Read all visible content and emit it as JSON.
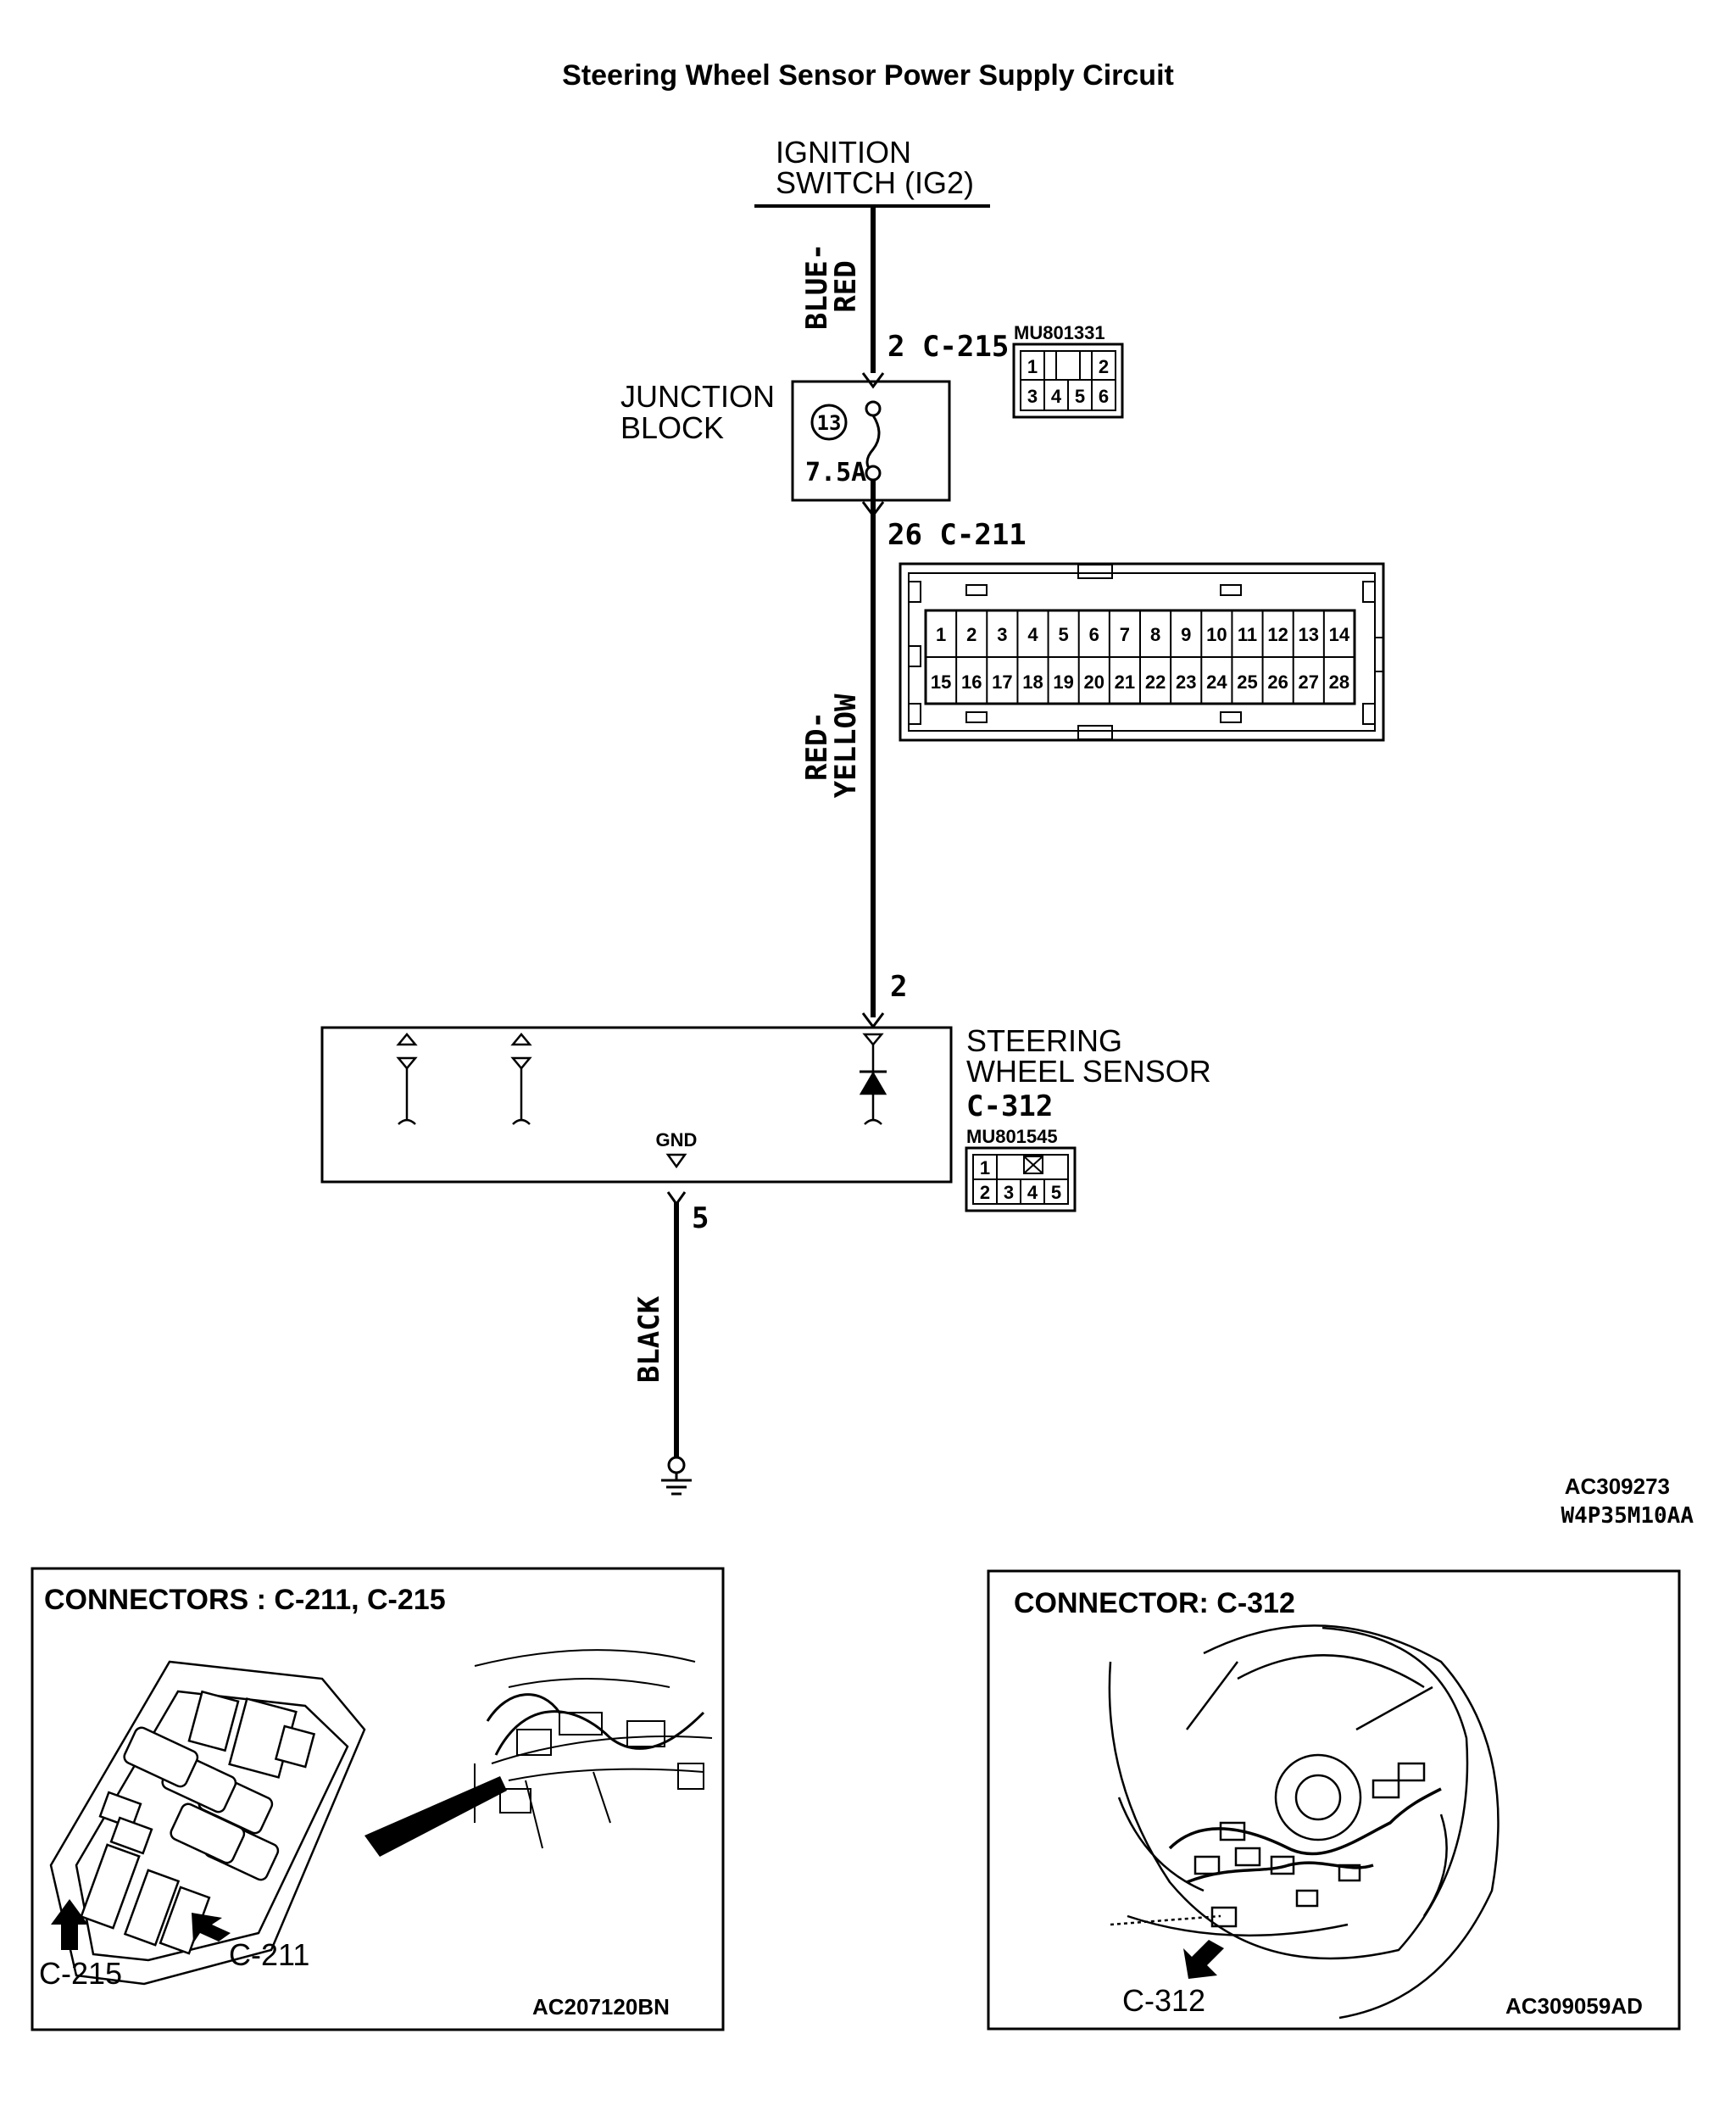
{
  "title": "Steering Wheel Sensor Power Supply Circuit",
  "ignition": {
    "line1": "IGNITION",
    "line2": "SWITCH (IG2)"
  },
  "wires": {
    "top_line1": "BLUE-",
    "top_line2": "RED",
    "mid_line1": "RED-",
    "mid_line2": "YELLOW",
    "bottom": "BLACK"
  },
  "c215": {
    "label": "2  C-215",
    "part": "MU801331",
    "pins_top": [
      "1",
      "2"
    ],
    "pins_bottom": [
      "3",
      "4",
      "5",
      "6"
    ]
  },
  "junction": {
    "line1": "JUNCTION",
    "line2": "BLOCK",
    "fuse_no": "13",
    "fuse_rating": "7.5A"
  },
  "c211": {
    "label": "26  C-211",
    "row1": [
      "1",
      "2",
      "3",
      "4",
      "5",
      "6",
      "7",
      "8",
      "9",
      "10",
      "11",
      "12",
      "13",
      "14"
    ],
    "row2": [
      "15",
      "16",
      "17",
      "18",
      "19",
      "20",
      "21",
      "22",
      "23",
      "24",
      "25",
      "26",
      "27",
      "28"
    ]
  },
  "sensor": {
    "pin_in": "2",
    "line1": "STEERING",
    "line2": "WHEEL SENSOR",
    "connector": "C-312",
    "part": "MU801545",
    "gnd": "GND",
    "pin_gnd": "5",
    "pins_top": [
      "1"
    ],
    "pins_bottom": [
      "2",
      "3",
      "4",
      "5"
    ]
  },
  "refs": {
    "code1": "AC309273",
    "code2": "W4P35M10AA"
  },
  "left_panel": {
    "title": "CONNECTORS : C-211, C-215",
    "callout_a": "C-215",
    "callout_b": "C-211",
    "code": "AC207120BN"
  },
  "right_panel": {
    "title": "CONNECTOR: C-312",
    "callout": "C-312",
    "code": "AC309059AD"
  }
}
